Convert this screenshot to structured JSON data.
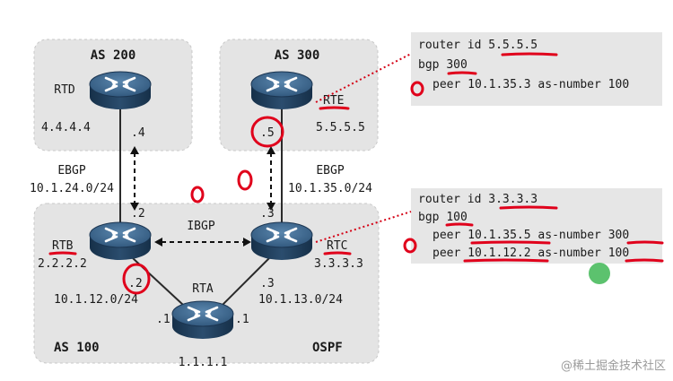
{
  "areas": {
    "as200": "AS 200",
    "as300": "AS 300",
    "as100": "AS 100",
    "ospf": "OSPF"
  },
  "routers": {
    "rtd": {
      "name": "RTD",
      "id": "4.4.4.4",
      "port": ".4"
    },
    "rte": {
      "name": "RTE",
      "id": "5.5.5.5",
      "port": ".5"
    },
    "rtb": {
      "name": "RTB",
      "id": "2.2.2.2",
      "port_top": ".2",
      "port_bottom": ".2"
    },
    "rtc": {
      "name": "RTC",
      "id": "3.3.3.3",
      "port_top": ".3",
      "port_bottom": ".3"
    },
    "rta": {
      "name": "RTA",
      "id": "1.1.1.1",
      "port_left": ".1",
      "port_right": ".1"
    }
  },
  "links": {
    "ebgp_left": {
      "type": "EBGP",
      "subnet": "10.1.24.0/24"
    },
    "ebgp_right": {
      "type": "EBGP",
      "subnet": "10.1.35.0/24"
    },
    "ibgp": {
      "type": "IBGP"
    },
    "net_b_a": "10.1.12.0/24",
    "net_c_a": "10.1.13.0/24"
  },
  "config_rte": {
    "line1": {
      "prefix": "router id ",
      "value": "5.5.5.5"
    },
    "line2": {
      "prefix": "bgp ",
      "value": "300"
    },
    "line3": "peer 10.1.35.3 as-number 100"
  },
  "config_rtc": {
    "line1": {
      "prefix": "router id ",
      "value": "3.3.3.3"
    },
    "line2": {
      "prefix": "bgp ",
      "value": "100"
    },
    "line3": {
      "prefix": "peer ",
      "ip": "10.1.35.5",
      "mid": " as-number ",
      "as": "300"
    },
    "line4": {
      "prefix": "peer ",
      "ip": "10.1.12.2",
      "mid": " as-number ",
      "as": "100"
    }
  },
  "watermark": "@稀土掘金技术社区",
  "colors": {
    "area_fill": "#e4e4e4",
    "config_fill": "#e6e6e6",
    "router_body": "#1f3a55",
    "router_top": "#3e6a92",
    "annotation": "#e0001b",
    "dot": "#5cc26e"
  }
}
